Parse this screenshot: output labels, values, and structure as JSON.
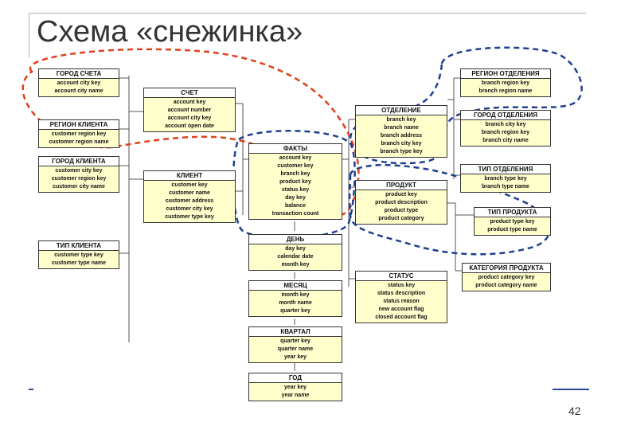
{
  "slide": {
    "title": "Схема «снежинка»",
    "page_number": "42"
  },
  "entities": {
    "gorod_scheta": {
      "name": "ГОРОД СЧЕТА",
      "fields": [
        "account city key",
        "account city name"
      ]
    },
    "region_klienta": {
      "name": "РЕГИОН КЛИЕНТА",
      "fields": [
        "customer region key",
        "customer region name"
      ]
    },
    "gorod_klienta": {
      "name": "ГОРОД КЛИЕНТА",
      "fields": [
        "customer city key",
        "customer region key",
        "customer city name"
      ]
    },
    "tip_klienta": {
      "name": "ТИП КЛИЕНТА",
      "fields": [
        "customer type key",
        "customer type name"
      ]
    },
    "schet": {
      "name": "СЧЕТ",
      "fields": [
        "account key",
        "account number",
        "account city key",
        "account open date"
      ]
    },
    "klient": {
      "name": "КЛИЕНТ",
      "fields": [
        "customer key",
        "customer name",
        "customer address",
        "customer city key",
        "customer type key"
      ]
    },
    "fakty": {
      "name": "ФАКТЫ",
      "fields": [
        "account key",
        "customer key",
        "branch key",
        "product key",
        "status key",
        "day key",
        "balance",
        "transaction count"
      ]
    },
    "den": {
      "name": "ДЕНЬ",
      "fields": [
        "day key",
        "calendar date",
        "month key"
      ]
    },
    "mesyac": {
      "name": "МЕСЯЦ",
      "fields": [
        "month key",
        "month name",
        "quarter key"
      ]
    },
    "kvartal": {
      "name": "КВАРТАЛ",
      "fields": [
        "quarter key",
        "quarter name",
        "year key"
      ]
    },
    "god": {
      "name": "ГОД",
      "fields": [
        "year key",
        "year name"
      ]
    },
    "otdelenie": {
      "name": "ОТДЕЛЕНИЕ",
      "fields": [
        "branch key",
        "branch name",
        "branch address",
        "branch city key",
        "branch type key"
      ]
    },
    "produkt": {
      "name": "ПРОДУКТ",
      "fields": [
        "product key",
        "product description",
        "product type",
        "product category"
      ]
    },
    "status": {
      "name": "СТАТУС",
      "fields": [
        "status key",
        "status description",
        "status reason",
        "new account flag",
        "closed account flag"
      ]
    },
    "region_otdeleniya": {
      "name": "РЕГИОН ОТДЕЛЕНИЯ",
      "fields": [
        "branch region key",
        "branch region name"
      ]
    },
    "gorod_otdeleniya": {
      "name": "ГОРОД ОТДЕЛЕНИЯ",
      "fields": [
        "branch city key",
        "branch region key",
        "branch city name"
      ]
    },
    "tip_otdeleniya": {
      "name": "ТИП ОТДЕЛЕНИЯ",
      "fields": [
        "branch type key",
        "branch type name"
      ]
    },
    "tip_produkta": {
      "name": "ТИП ПРОДУКТА",
      "fields": [
        "product type key",
        "product type name"
      ]
    },
    "kategoriya_produkta": {
      "name": "КАТЕГОРИЯ ПРОДУКТА",
      "fields": [
        "product category key",
        "product category name"
      ]
    }
  },
  "colors": {
    "red_outline": "#e0401a",
    "blue_outline": "#1f3f8f",
    "field_fill": "#ffffcc"
  }
}
